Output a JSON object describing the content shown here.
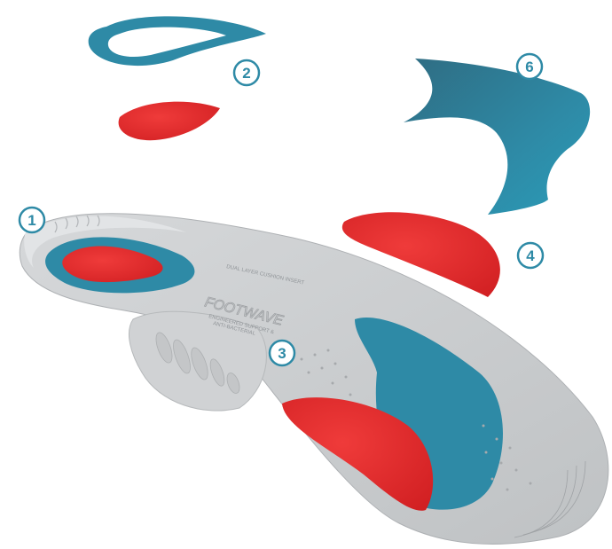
{
  "image": {
    "subject": "exploded insole with parts",
    "colors": {
      "teal": "#2e8aa6",
      "teal_dark": "#1f6f8a",
      "red": "#e42628",
      "insole_gray": "#c9cbcd",
      "badge_stroke": "#2e8aa6"
    }
  },
  "brand": {
    "logo_text": "FOOTWAVE",
    "heel_text": "DUAL LAYER CUSHION INSERT",
    "arch_text_1": "ENGINEERED SUPPORT &",
    "arch_text_2": "ANTI-BACTERIAL"
  },
  "callouts": [
    {
      "label": "1",
      "part": "heel cushion"
    },
    {
      "label": "2",
      "part": "heel cup ring"
    },
    {
      "label": "3",
      "part": "arch support"
    },
    {
      "label": "4",
      "part": "forefoot pad"
    },
    {
      "label": "6",
      "part": "metatarsal layer"
    }
  ]
}
